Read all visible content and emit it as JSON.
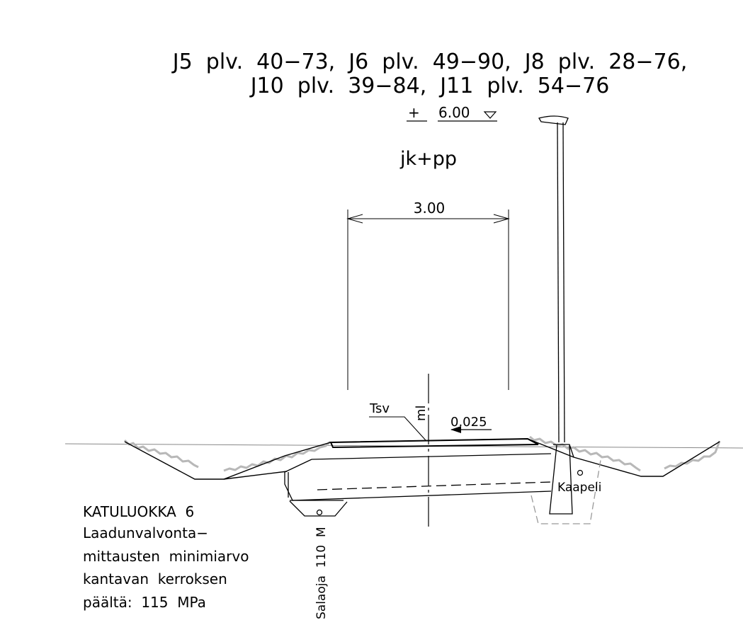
{
  "header": {
    "line1": "J5  plv.  40−73,  J6  plv.  49−90,  J8  plv.  28−76,",
    "line2": "J10  plv.  39−84,  J11  plv.  54−76"
  },
  "elevation": {
    "prefix": "+",
    "value": "6.00"
  },
  "road_type": "jk+pp",
  "dimension": {
    "width": "3.00"
  },
  "labels": {
    "surface": "Tsv",
    "centerline": "ml",
    "slope": "0.025",
    "cable": "Kaapeli",
    "drain": "Salaoja  110  M"
  },
  "notes": {
    "line1": "KATULUOKKA  6",
    "line2": "Laadunvalvonta−",
    "line3": "mittausten  minimiarvo",
    "line4": "kantavan  kerroksen",
    "line5": "päältä:  115  MPa"
  }
}
